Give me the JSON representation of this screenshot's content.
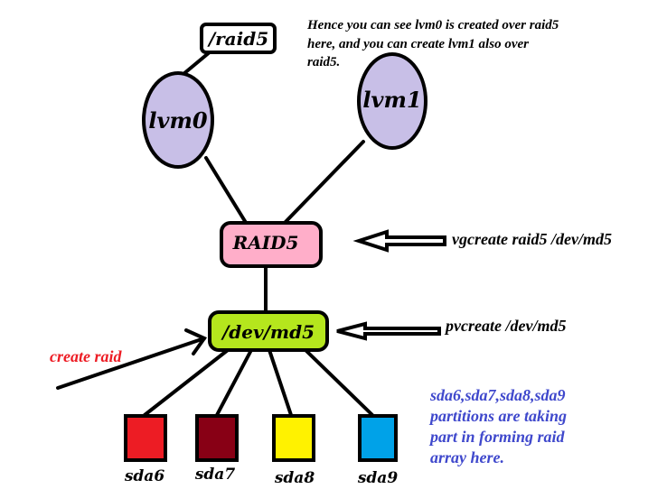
{
  "nodes": {
    "raid5_path": "/raid5",
    "lvm0": "lvm0",
    "lvm1": "lvm1",
    "raid5_vg": "RAID5",
    "md5": "/dev/md5",
    "disks": [
      {
        "label": "sda6",
        "color": "#ed1c24"
      },
      {
        "label": "sda7",
        "color": "#880015"
      },
      {
        "label": "sda8",
        "color": "#fff200"
      },
      {
        "label": "sda9",
        "color": "#00a2e8"
      }
    ]
  },
  "annotations": {
    "top_note": [
      "Hence you can see lvm0 is created over raid5",
      "here, and you can create lvm1 also over",
      "raid5."
    ],
    "vgcreate_cmd": "vgcreate raid5 /dev/md5",
    "pvcreate_cmd": "pvcreate /dev/md5",
    "create_raid": "create raid",
    "partitions_note": [
      "sda6,sda7,sda8,sda9",
      "partitions are taking",
      "part in forming raid",
      "array here."
    ]
  },
  "colors": {
    "lvm_fill": "#c8bfe7",
    "raid5_fill": "#ffaec9",
    "md5_fill": "#b5e61d",
    "create_raid_text": "#ed1c24",
    "partitions_text": "#3f48cc"
  }
}
